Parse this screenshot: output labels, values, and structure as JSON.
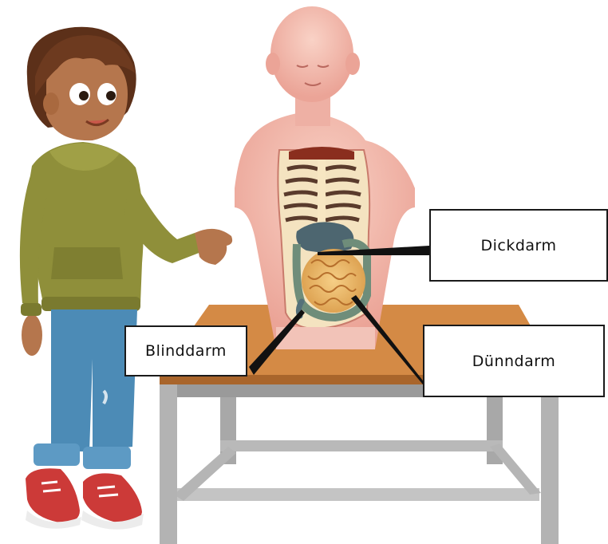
{
  "labels": {
    "dickdarm": "Dickdarm",
    "blinddarm": "Blinddarm",
    "duenndarm": "Dünndarm"
  },
  "illustration": {
    "subjects": [
      "boy",
      "anatomical-torso-model",
      "table"
    ]
  }
}
